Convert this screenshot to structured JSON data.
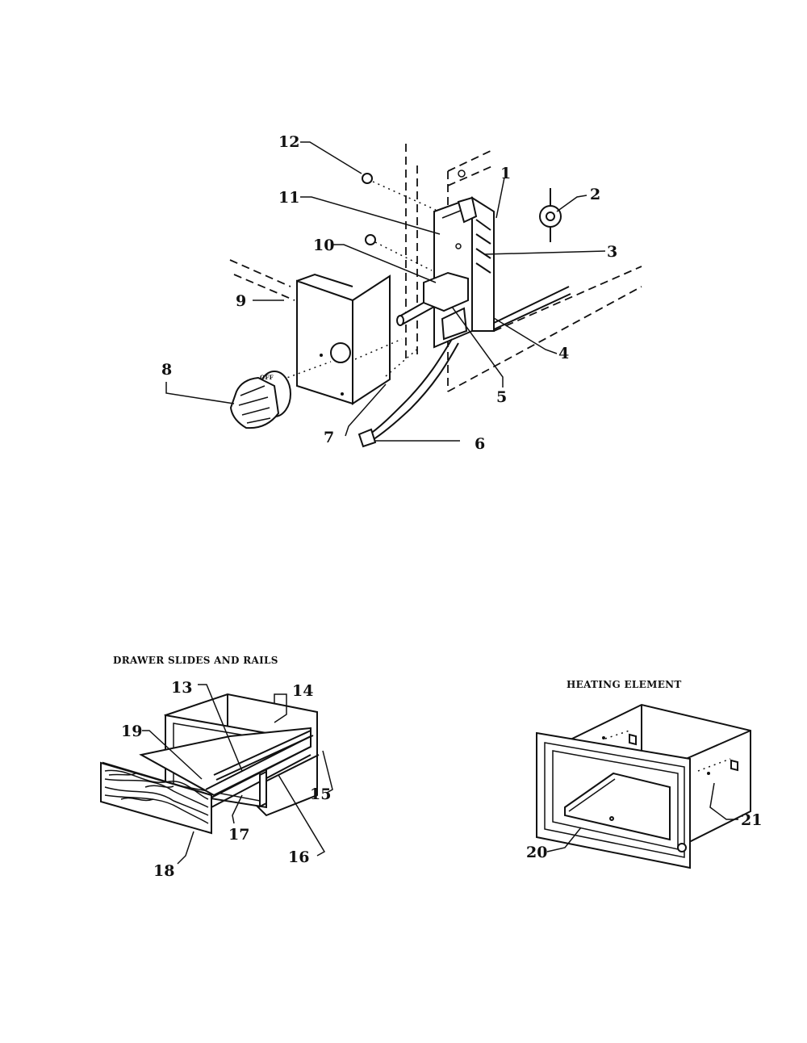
{
  "callouts": {
    "c1": "1",
    "c2": "2",
    "c3": "3",
    "c4": "4",
    "c5": "5",
    "c6": "6",
    "c7": "7",
    "c8": "8",
    "c9": "9",
    "c10": "10",
    "c11": "11",
    "c12": "12",
    "c13": "13",
    "c14": "14",
    "c15": "15",
    "c16": "16",
    "c17": "17",
    "c18": "18",
    "c19": "19",
    "c20": "20",
    "c21": "21"
  },
  "sections": {
    "drawer_title": "DRAWER SLIDES AND RAILS",
    "heating_title": "HEATING ELEMENT"
  }
}
